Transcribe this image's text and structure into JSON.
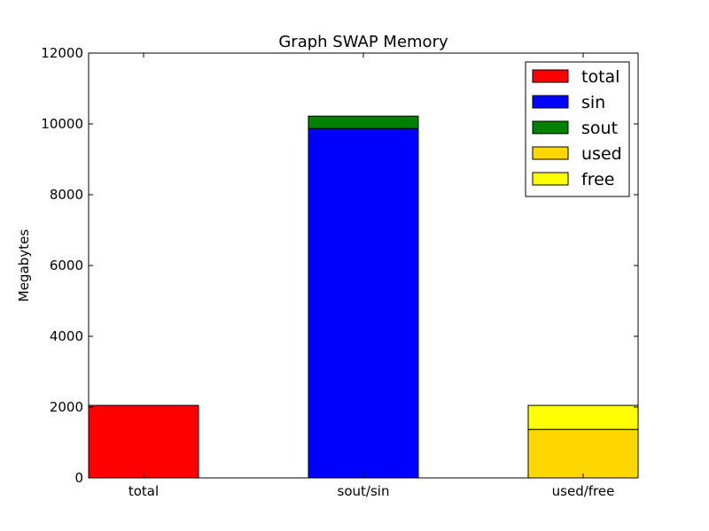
{
  "chart_data": {
    "type": "bar",
    "title": "Graph SWAP Memory",
    "xlabel": "",
    "ylabel": "Megabytes",
    "ylim": [
      0,
      12000
    ],
    "yticks": [
      0,
      2000,
      4000,
      6000,
      8000,
      10000,
      12000
    ],
    "categories": [
      "total",
      "sout/sin",
      "used/free"
    ],
    "stacked": true,
    "legend_position": "top-right",
    "series": [
      {
        "name": "total",
        "color": "#ff0000",
        "values": [
          2048,
          0,
          0
        ]
      },
      {
        "name": "sin",
        "color": "#0000ff",
        "values": [
          0,
          9870,
          0
        ]
      },
      {
        "name": "sout",
        "color": "#008000",
        "values": [
          0,
          350,
          0
        ]
      },
      {
        "name": "used",
        "color": "#ffd700",
        "values": [
          0,
          0,
          1370
        ]
      },
      {
        "name": "free",
        "color": "#ffff00",
        "values": [
          0,
          0,
          678
        ]
      }
    ]
  }
}
